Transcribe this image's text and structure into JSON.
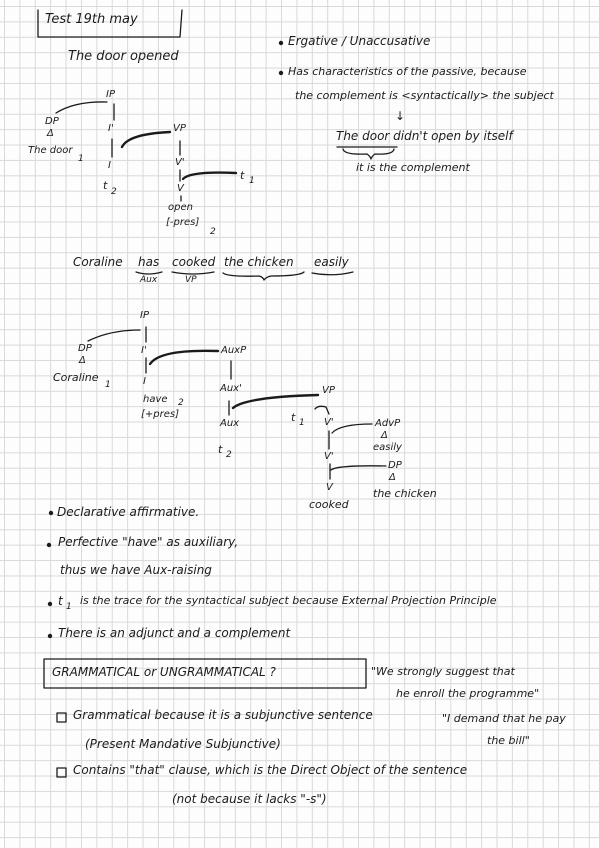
{
  "header": {
    "title": "Test 19th may"
  },
  "section1": {
    "sentence": "The door opened",
    "notes": {
      "ergative": "Ergative / Unaccusative",
      "passive_line1": "Has characteristics of the passive, because",
      "passive_line2": "the complement is <syntactically> the subject",
      "arrow": "↓",
      "example_line": "The door didn't open by itself",
      "complement_note": "it is the complement"
    },
    "tree": {
      "ip": "IP",
      "dp": "DP",
      "triangle": "Δ",
      "the_door": "The door",
      "sub1": "1",
      "ibar": "I'",
      "i": "I",
      "t2_t": "t",
      "t2_sub": "2",
      "vp": "VP",
      "vbar": "V'",
      "v": "V",
      "t1_t": "t",
      "t1_sub": "1",
      "open": "open",
      "open_feat": "[-pres]",
      "open_sub": "2"
    }
  },
  "section2": {
    "sentence_subject": "Coraline",
    "words": [
      "has",
      "cooked",
      "the chicken",
      "easily"
    ],
    "labels": {
      "aux": "Aux",
      "vp": "VP"
    },
    "tree": {
      "ip": "IP",
      "dp": "DP",
      "triangle": "Δ",
      "coraline": "Coraline",
      "sub1": "1",
      "ibar": "I'",
      "i": "I",
      "have": "have",
      "have_sub": "2",
      "have_feat": "[+pres]",
      "auxp": "AuxP",
      "auxbar": "Aux'",
      "aux": "Aux",
      "t2_t": "t",
      "t2_sub": "2",
      "vp": "VP",
      "t1_t": "t",
      "t1_sub": "1",
      "vbar1": "V'",
      "advp": "AdvP",
      "adv_triangle": "Δ",
      "easily": "easily",
      "vbar2": "V'",
      "dp2": "DP",
      "dp2_triangle": "Δ",
      "the_chicken": "the chicken",
      "v": "V",
      "cooked": "cooked"
    }
  },
  "bullets": {
    "b1": "Declarative affirmative.",
    "b2_line1": "Perfective \"have\" as auxiliary,",
    "b2_line2": "thus we have Aux-raising",
    "b3_t": "t",
    "b3_sub": "1",
    "b3_text": "is the trace for the syntactical subject because External Projection Principle",
    "b4": "There is an adjunct and a complement"
  },
  "section3": {
    "box_title": "GRAMMATICAL or UNGRAMMATICAL ?",
    "quote1_line1": "\"We strongly suggest that",
    "quote1_line2": "he enroll the programme\"",
    "quote2_line1": "\"I demand that he pay",
    "quote2_line2": "the bill\"",
    "item1_line1": "Grammatical because it is a subjunctive sentence",
    "item1_line2": "(Present Mandative Subjunctive)",
    "item2_line1": "Contains \"that\" clause, which is the Direct Object of the sentence",
    "item2_line2": "(not because it lacks \"-s\")"
  }
}
